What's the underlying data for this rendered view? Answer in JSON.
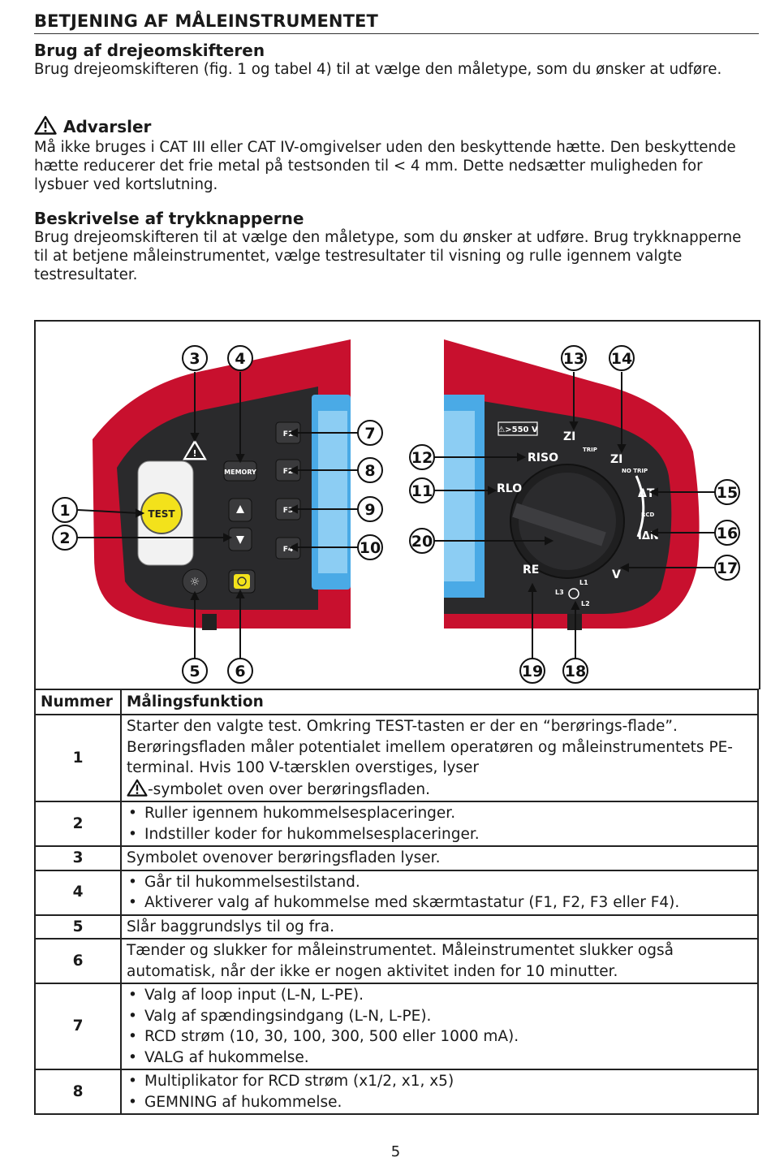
{
  "heading": "BETJENING AF MÅLEINSTRUMENTET",
  "section1": {
    "title": "Brug af drejeomskifteren",
    "text": "Brug drejeomskifteren (fig. 1 og tabel 4) til at vælge den måletype, som du ønsker at udføre."
  },
  "section2": {
    "title": "Advarsler",
    "icon": "warning-triangle-icon",
    "text": "Må ikke bruges i CAT III eller CAT IV-omgivelser uden den beskyttende hætte. Den beskyttende hætte reducerer det frie metal på testsonden til < 4 mm. Dette nedsætter muligheden for lysbuer ved kortslutning."
  },
  "section3": {
    "title": "Beskrivelse af trykknapperne",
    "text": "Brug drejeomskifteren til at vælge den måletype, som du ønsker at udføre. Brug trykknapperne til at betjene måleinstrumentet, vælge testresultater til visning og rulle igennem valgte testresultater."
  },
  "figure": {
    "buttons": {
      "test": "TEST",
      "memory": "MEMORY",
      "f1": "F1",
      "f2": "F2",
      "f3": "F3",
      "f4": "F4"
    },
    "dial": {
      "caution": "⚠>550 V",
      "riso": "RISO",
      "rlo": "RLO",
      "re": "RE",
      "zi_trip": "ZI",
      "trip": "TRIP",
      "zi_notrip": "ZI",
      "notrip": "NO TRIP",
      "delta_t": "ΔT",
      "rcd": "RCD",
      "i_delta_n": "IΔN",
      "v": "V",
      "l1": "L1",
      "l2": "L2",
      "l3": "L3"
    },
    "callouts": [
      "1",
      "2",
      "3",
      "4",
      "5",
      "6",
      "7",
      "8",
      "9",
      "10",
      "11",
      "12",
      "13",
      "14",
      "15",
      "16",
      "17",
      "18",
      "19",
      "20"
    ]
  },
  "table": {
    "headers": [
      "Nummer",
      "Målingsfunktion"
    ],
    "rows": [
      {
        "num": "1",
        "lines": [
          "Starter den valgte test. Omkring TEST-tasten er der en “berørings-flade”. Berøringsfladen måler potentialet imellem operatøren og måleinstrumentets PE-terminal. Hvis 100 V-tærsklen overstiges, lyser"
        ],
        "tail": "-symbolet oven over berøringsfladen."
      },
      {
        "num": "2",
        "bullets": [
          "Ruller igennem hukommelsesplaceringer.",
          "Indstiller koder for hukommelsesplaceringer."
        ]
      },
      {
        "num": "3",
        "lines": [
          "Symbolet ovenover berøringsfladen lyser."
        ]
      },
      {
        "num": "4",
        "bullets": [
          "Går til hukommelsestilstand.",
          "Aktiverer valg af hukommelse med skærmtastatur (F1, F2, F3 eller F4)."
        ]
      },
      {
        "num": "5",
        "lines": [
          "Slår baggrundslys til og fra."
        ]
      },
      {
        "num": "6",
        "lines": [
          "Tænder og slukker for måleinstrumentet. Måleinstrumentet slukker også automatisk, når der ikke er nogen aktivitet inden for 10 minutter."
        ]
      },
      {
        "num": "7",
        "bullets": [
          "Valg af loop input (L-N, L-PE).",
          "Valg af spændingsindgang (L-N, L-PE).",
          "RCD strøm (10, 30, 100, 300, 500 eller 1000 mA).",
          "VALG af hukommelse."
        ]
      },
      {
        "num": "8",
        "bullets": [
          "Multiplikator for RCD strøm (x1/2, x1, x5)",
          "GEMNING af hukommelse."
        ]
      }
    ]
  },
  "page_number": "5"
}
